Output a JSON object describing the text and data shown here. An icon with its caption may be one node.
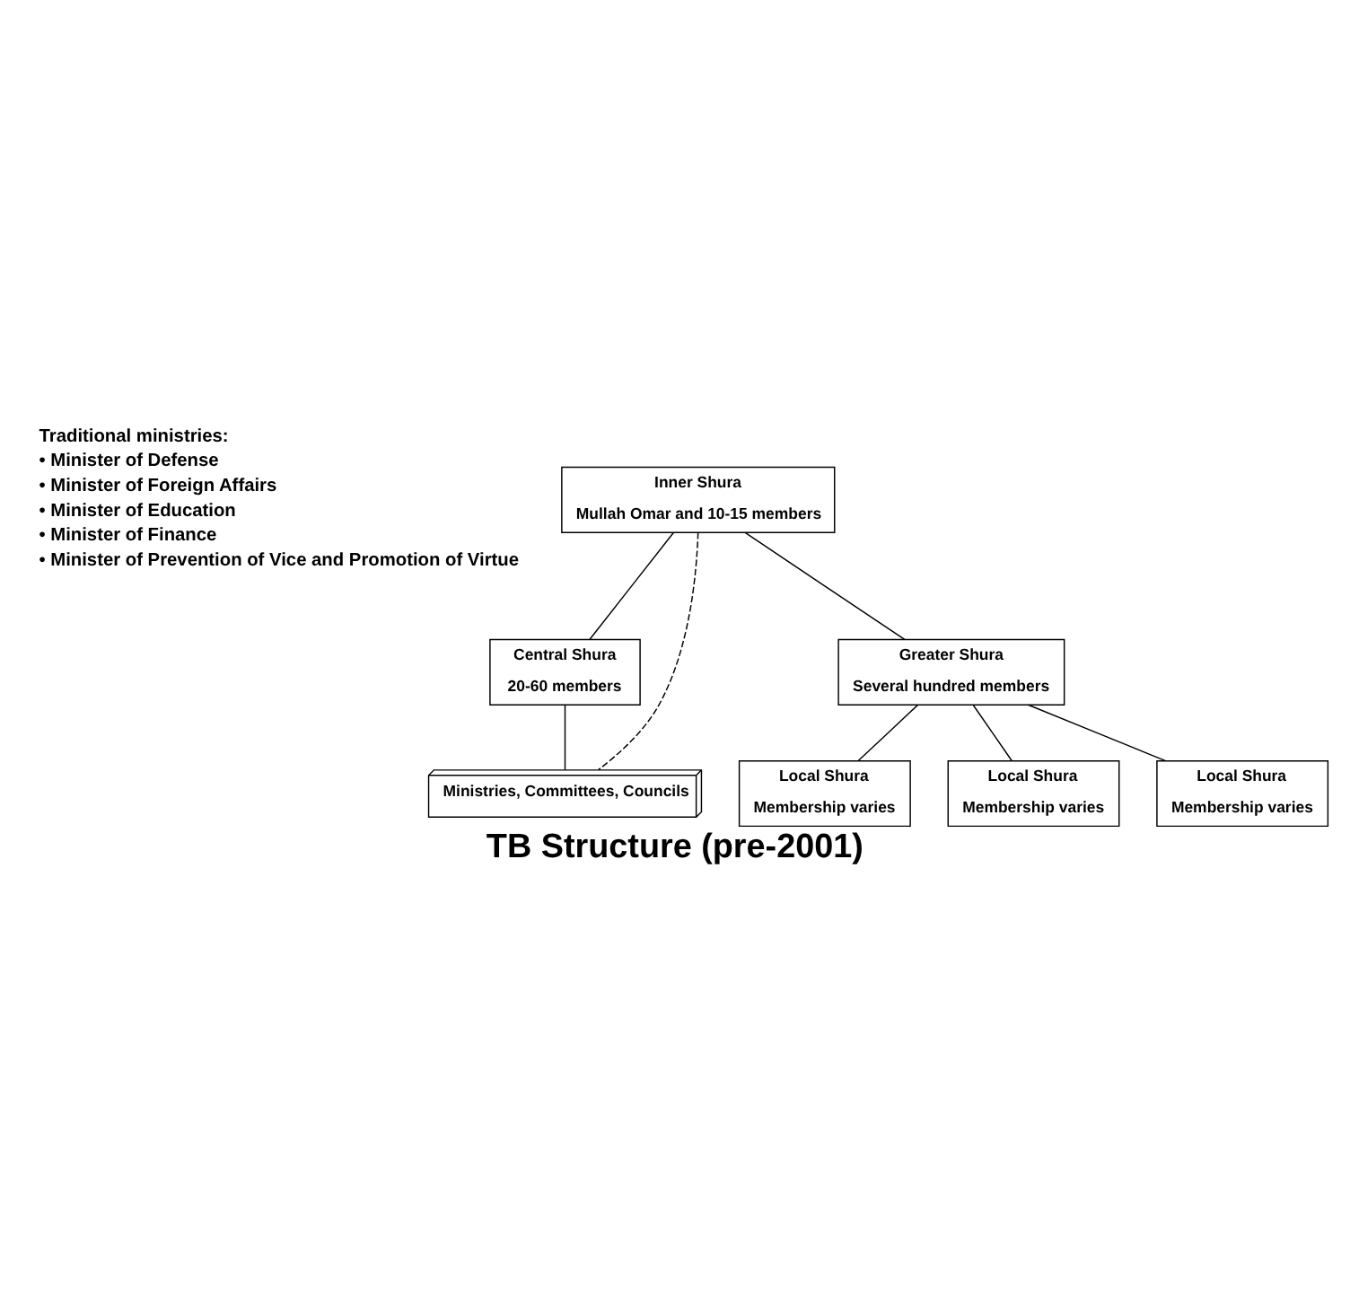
{
  "diagram": {
    "caption": "TB Structure (pre-2001)",
    "nodes": [
      {
        "text": [
          "Inner Shura",
          "Mullah Omar and 10-15 members"
        ]
      },
      {
        "text": [
          "Central Shura",
          "20-60 members"
        ]
      },
      {
        "text": [
          "Greater Shura",
          "Several hundred members"
        ]
      },
      {
        "text": [
          "Ministries, Committees, Councils"
        ]
      },
      {
        "text": [
          "Local Shura",
          "Membership varies"
        ]
      },
      {
        "text": [
          "Local Shura",
          "Membership varies"
        ]
      },
      {
        "text": [
          "Local Shura",
          "Membership varies"
        ]
      }
    ],
    "edges": [
      {
        "from": 0,
        "to": 1,
        "arrow": "none"
      },
      {
        "from": 0,
        "to": 2,
        "arrow": "none"
      },
      {
        "from": 1,
        "to": 3,
        "arrow": "none"
      },
      {
        "from": 0,
        "to": 3,
        "arrow": "none",
        "style": "dashed"
      },
      {
        "from": 2,
        "to": 4,
        "arrow": "none"
      },
      {
        "from": 2,
        "to": 5,
        "arrow": "none"
      },
      {
        "from": 2,
        "to": 6,
        "arrow": "none"
      }
    ],
    "labels": [
      "Traditional ministries:",
      "• Minister of Defense",
      "• Minister of Foreign Affairs",
      "• Minister of Education",
      "• Minister of Finance",
      "• Minister of Prevention of Vice and Promotion of Virtue"
    ]
  }
}
